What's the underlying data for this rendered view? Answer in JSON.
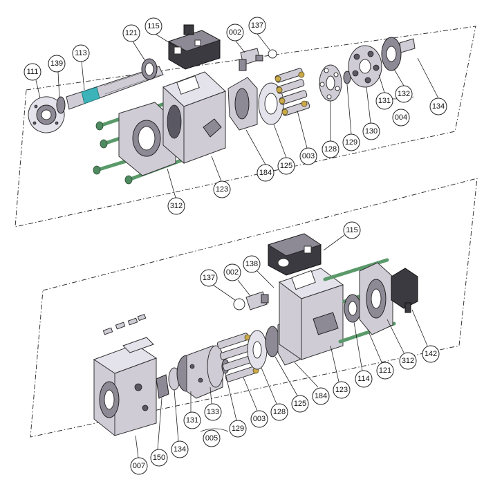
{
  "diagram": {
    "callouts": [
      {
        "id": "c111",
        "text": "111"
      },
      {
        "id": "c139",
        "text": "139"
      },
      {
        "id": "c113",
        "text": "113"
      },
      {
        "id": "c121a",
        "text": "121"
      },
      {
        "id": "c115a",
        "text": "115"
      },
      {
        "id": "c002a",
        "text": "002"
      },
      {
        "id": "c137a",
        "text": "137"
      },
      {
        "id": "c131a",
        "text": "131"
      },
      {
        "id": "c132",
        "text": "132"
      },
      {
        "id": "c134a",
        "text": "134"
      },
      {
        "id": "c004",
        "text": "004"
      },
      {
        "id": "c130",
        "text": "130"
      },
      {
        "id": "c129a",
        "text": "129"
      },
      {
        "id": "c128a",
        "text": "128"
      },
      {
        "id": "c003a",
        "text": "003"
      },
      {
        "id": "c125a",
        "text": "125"
      },
      {
        "id": "c184a",
        "text": "184"
      },
      {
        "id": "c123a",
        "text": "123"
      },
      {
        "id": "c312a",
        "text": "312"
      },
      {
        "id": "c115b",
        "text": "115"
      },
      {
        "id": "c138",
        "text": "138"
      },
      {
        "id": "c002b",
        "text": "002"
      },
      {
        "id": "c137b",
        "text": "137"
      },
      {
        "id": "c142",
        "text": "142"
      },
      {
        "id": "c312b",
        "text": "312"
      },
      {
        "id": "c121b",
        "text": "121"
      },
      {
        "id": "c114",
        "text": "114"
      },
      {
        "id": "c123b",
        "text": "123"
      },
      {
        "id": "c184b",
        "text": "184"
      },
      {
        "id": "c125b",
        "text": "125"
      },
      {
        "id": "c128b",
        "text": "128"
      },
      {
        "id": "c003b",
        "text": "003"
      },
      {
        "id": "c129b",
        "text": "129"
      },
      {
        "id": "c133",
        "text": "133"
      },
      {
        "id": "c131b",
        "text": "131"
      },
      {
        "id": "c005",
        "text": "005"
      },
      {
        "id": "c134b",
        "text": "134"
      },
      {
        "id": "c150",
        "text": "150"
      },
      {
        "id": "c007",
        "text": "007"
      }
    ]
  }
}
